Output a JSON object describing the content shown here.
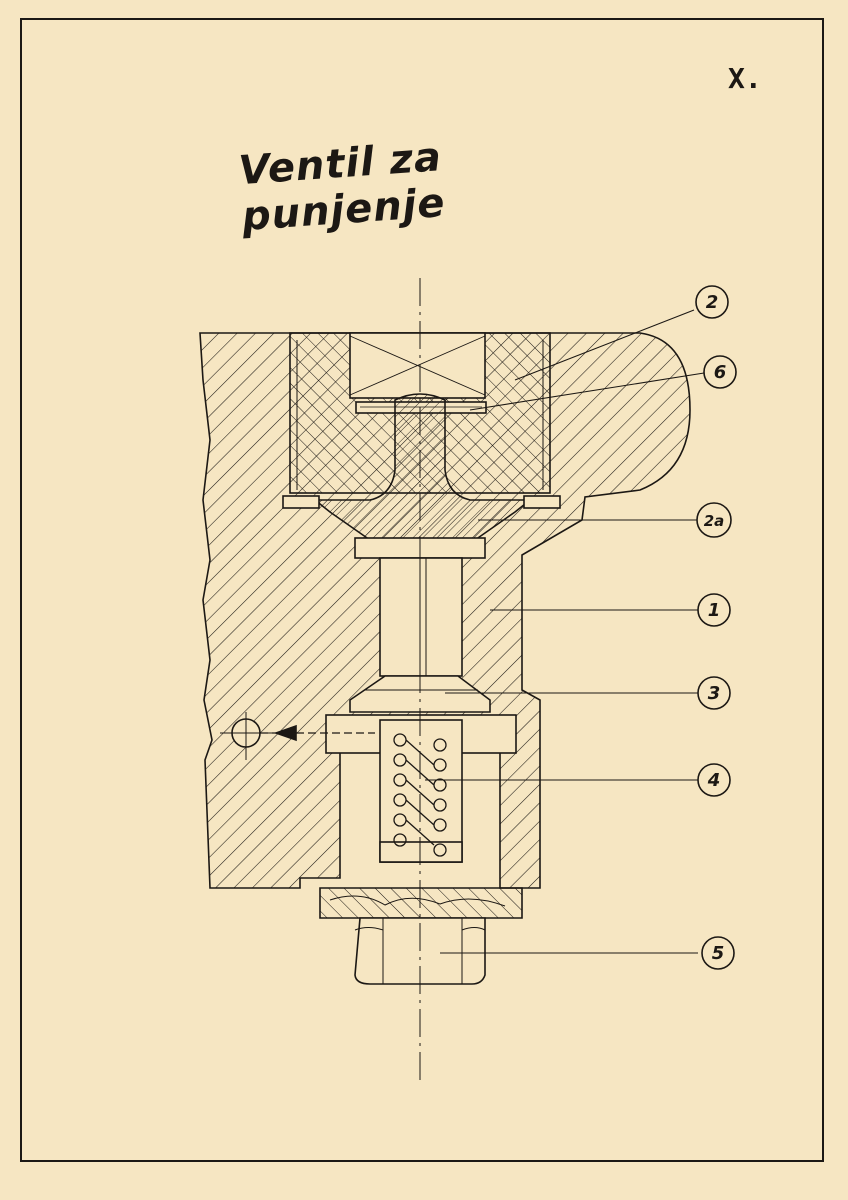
{
  "sheet_number": "X.",
  "title": "Ventil za punjenje",
  "part_labels": [
    {
      "id": "label-2",
      "text": "2"
    },
    {
      "id": "label-6",
      "text": "6"
    },
    {
      "id": "label-2a",
      "text": "2a"
    },
    {
      "id": "label-1",
      "text": "1"
    },
    {
      "id": "label-3",
      "text": "3"
    },
    {
      "id": "label-4",
      "text": "4"
    },
    {
      "id": "label-5",
      "text": "5"
    }
  ],
  "colors": {
    "paper": "#f6e6c2",
    "ink": "#1c1814"
  }
}
